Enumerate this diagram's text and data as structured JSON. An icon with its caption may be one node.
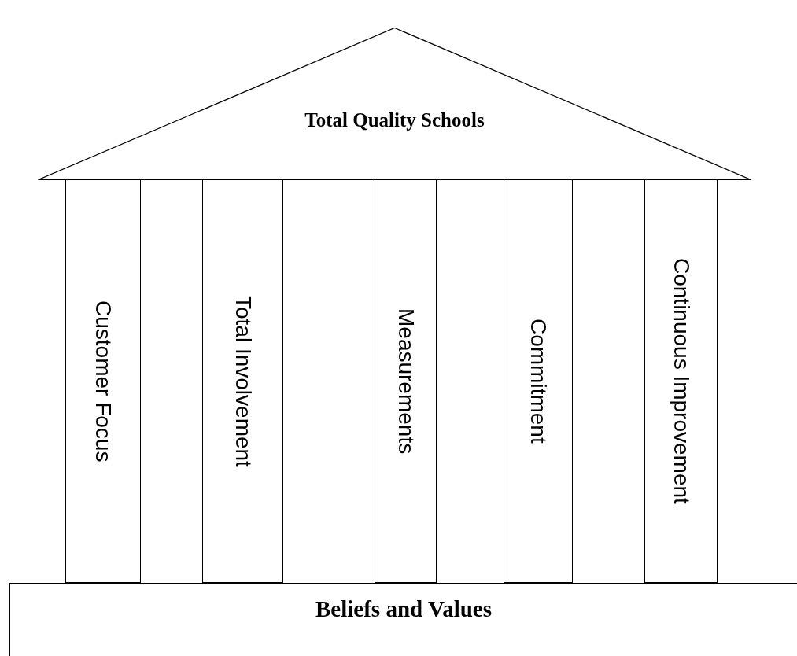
{
  "diagram": {
    "nodes": [
      {
        "text": [
          "Total Quality Schools"
        ]
      },
      {
        "text": [
          "Customer Focus"
        ]
      },
      {
        "text": [
          "Total Involvement"
        ]
      },
      {
        "text": [
          "Measurements"
        ]
      },
      {
        "text": [
          "Commitment"
        ]
      },
      {
        "text": [
          "Continuous Improvement"
        ]
      },
      {
        "text": [
          "Beliefs and Values"
        ]
      }
    ]
  }
}
